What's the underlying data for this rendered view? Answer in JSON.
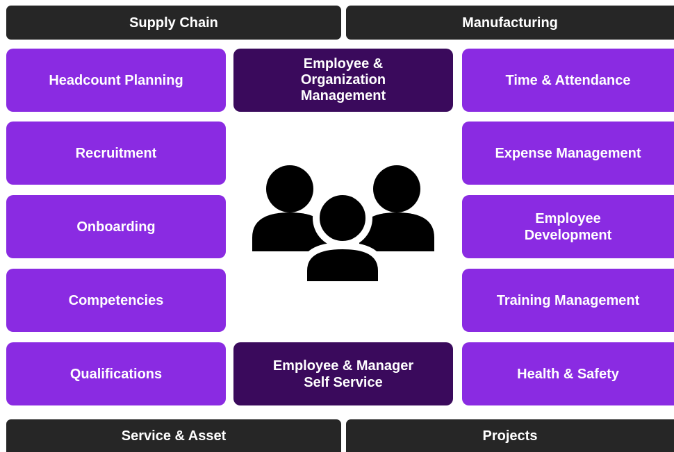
{
  "top_bars": {
    "left": "Supply Chain",
    "right": "Manufacturing"
  },
  "bottom_bars": {
    "left": "Service & Asset",
    "right": "Projects"
  },
  "left_modules": [
    "Headcount  Planning",
    "Recruitment",
    "Onboarding",
    "Competencies",
    "Qualifications"
  ],
  "right_modules": [
    "Time & Attendance",
    "Expense Management",
    "Employee\nDevelopment",
    "Training Management",
    "Health & Safety"
  ],
  "center": {
    "top": "Employee    &\nOrganization\nManagement",
    "bottom": "Employee & Manager\nSelf Service"
  },
  "colors": {
    "bar": "#262626",
    "module": "#8a2be2",
    "core": "#3a0a5c",
    "people_icon": "#000000"
  },
  "icons": {
    "center": "people-group-icon"
  }
}
